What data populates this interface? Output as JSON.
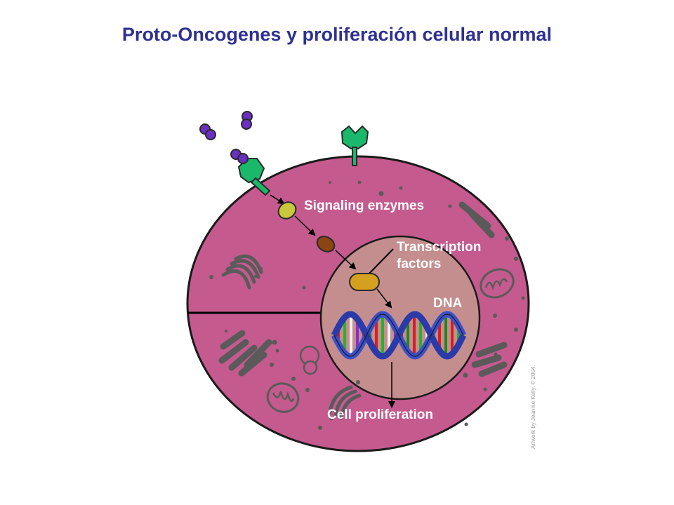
{
  "title": "Proto-Oncogenes y proliferación celular normal",
  "labels": {
    "signaling": "Signaling enzymes",
    "transcription_line1": "Transcription",
    "transcription_line2": "factors",
    "dna": "DNA",
    "proliferation": "Cell proliferation"
  },
  "credit": "Artwork by Jeannie Kelly. © 2004.",
  "colors": {
    "title": "#2e3192",
    "cytoplasm": "#c45a8e",
    "nucleus": "#c48e8e",
    "organelle": "#5a5a5a",
    "receptor": "#19b86a",
    "growth_factor": "#6b2fc4",
    "signaling_enzyme_1": "#c8c83c",
    "signaling_enzyme_2": "#8b4513",
    "transcription_factor": "#d4a020",
    "dna_strand": "#3a4fc8"
  }
}
